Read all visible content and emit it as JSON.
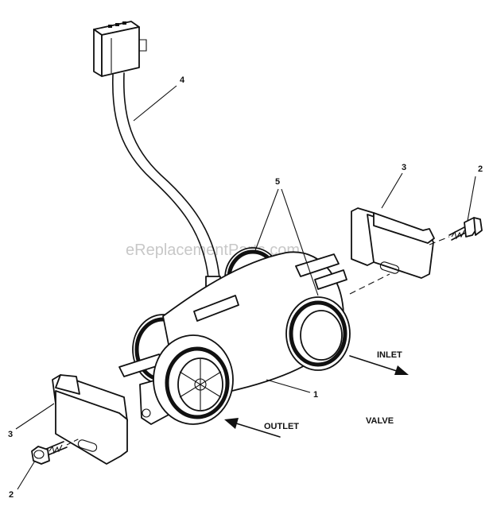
{
  "watermark": "eReplacementParts.com",
  "labels": {
    "wire": "4",
    "orings": "5",
    "housing": "1",
    "clip_right": "3",
    "clip_left": "3",
    "screw_right": "2",
    "screw_left": "2"
  },
  "flow": {
    "inlet": "INLET",
    "outlet": "OUTLET"
  },
  "part_name": "VALVE"
}
